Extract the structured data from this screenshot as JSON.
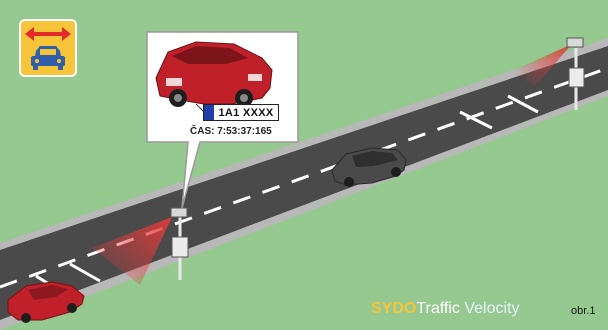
{
  "colors": {
    "grass": "#95c98f",
    "road": "#4a4a4a",
    "road_edge": "#b8b8b8",
    "lane_mark": "#ffffff",
    "sign_yellow": "#f6c53a",
    "sign_red_arrow": "#e32b2b",
    "sign_blue_car": "#2f5fa8",
    "car_red": "#c0202a",
    "car_grey": "#4a4a4a",
    "beam_red": "#e23a3a",
    "plate_eu_blue": "#1f3fa8",
    "brand_yellow": "#f6c53a"
  },
  "icons": {
    "sign": "two-way-arrow-car-sign-icon",
    "camera": "traffic-camera-icon"
  },
  "callout": {
    "plate_text": "1A1 XXXX",
    "time_text": "ČAS: 7:53:37:165"
  },
  "brand": {
    "part1": "SYDO",
    "part2": "Traffic",
    "part3": " Velocity"
  },
  "figure_label": "obr.1"
}
